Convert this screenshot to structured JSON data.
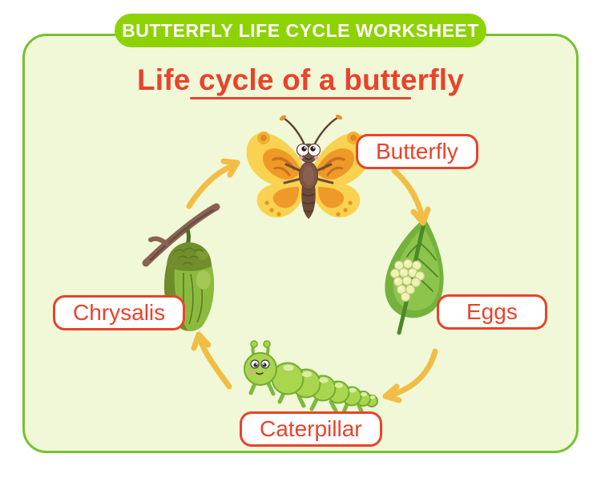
{
  "header": {
    "title": "BUTTERFLY LIFE CYCLE WORKSHEET"
  },
  "worksheet": {
    "title": "Life cycle of a butterfly",
    "stages": [
      {
        "id": "butterfly",
        "label": "Butterfly"
      },
      {
        "id": "eggs",
        "label": "Eggs"
      },
      {
        "id": "caterpillar",
        "label": "Caterpillar"
      },
      {
        "id": "chrysalis",
        "label": "Chrysalis"
      }
    ],
    "cycle_order": [
      "Butterfly",
      "Eggs",
      "Caterpillar",
      "Chrysalis"
    ],
    "illustrations": [
      "butterfly-illustration",
      "eggs-on-leaf-illustration",
      "caterpillar-illustration",
      "chrysalis-illustration"
    ]
  },
  "colors": {
    "banner_green": "#8DD203",
    "panel_background": "#F0F8D8",
    "panel_border_green": "#77C12F",
    "title_red": "#E8432B",
    "label_red": "#E8432B",
    "arrow_yellow": "#F1BD44"
  }
}
